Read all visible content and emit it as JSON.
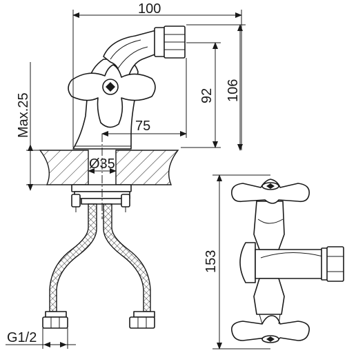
{
  "dimensions": {
    "width_top": "100",
    "height_outer": "106",
    "height_inner": "92",
    "reach": "75",
    "max_deck": "Max.25",
    "hole_diameter": "Ø35",
    "thread": "G1/2",
    "side_height": "153"
  }
}
